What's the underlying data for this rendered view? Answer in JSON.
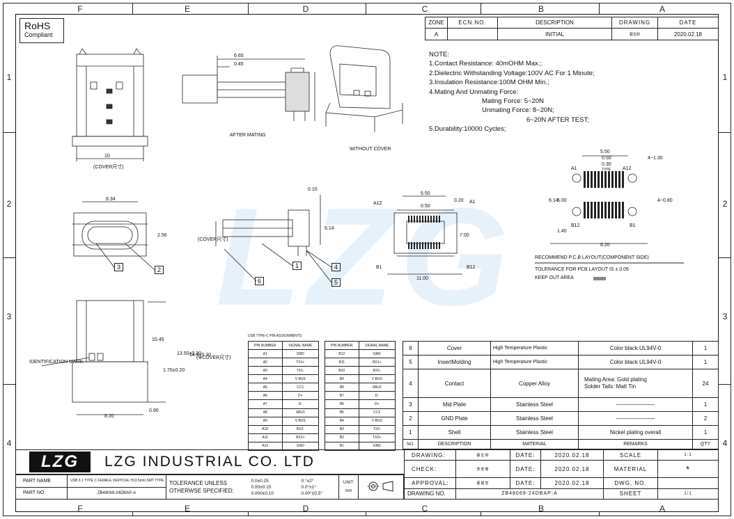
{
  "zones": {
    "columns": [
      "F",
      "E",
      "D",
      "C",
      "B",
      "A"
    ],
    "rows": [
      "1",
      "2",
      "3",
      "4"
    ]
  },
  "rohs": {
    "title": "RoHS",
    "subtitle": "Compliant"
  },
  "watermark": "LZG",
  "revision": {
    "headers": [
      "ZONE",
      "ECN.NO.",
      "DESCRIPTION",
      "DRAWING",
      "DATE"
    ],
    "row": [
      "A",
      "",
      "INITIAL",
      "蔡生財",
      "2020.02.18"
    ]
  },
  "notes": {
    "title": "NOTE:",
    "lines": [
      "1.Contact Resistance: 40mOHM Max.;",
      "2.Dielectric Withstanding Voltage:100V AC For 1 Minute;",
      "3.Insulation Resistance:100M OHM Min.;",
      "4.Mating And Unmating Force:",
      "Mating Force:  5~20N",
      "Unmating Force:  8~20N;",
      "6~20N AFTER TEST;",
      "5.Durability:10000 Cycles;"
    ]
  },
  "views": {
    "after_mating": "AFTER MATING",
    "without_cover": "WITHOUT COVER",
    "cover_dim": "10",
    "cover_note": "(COVER尺寸)",
    "id_mark": "IDENTIFICATION MARK",
    "pcb_title": "RECOMMEND P.C.B LAYOUT(COMPONENT SIDE)",
    "pcb_tolerance": "TOLERANCE FOR PCB LAYOUT IS ± 0.05",
    "keep_out": "KEEP OUT AREA",
    "dims": {
      "d665": "6.65",
      "d045": "0.45",
      "d834": "8.34",
      "d256": "2.56",
      "d010": "0.10",
      "d614": "6.14",
      "d550": "5.50",
      "d050": "0.50",
      "d020": "0.20",
      "d700": "7.00",
      "d1100": "11.00",
      "d1045": "10.45",
      "d170": "1.70±0.20",
      "d1350": "13.50±0.20",
      "d1450": "14.5±0.30",
      "d1450b": "(⊕COVER尺寸)",
      "d820": "8.20",
      "d090": "0.90",
      "pcb550": "5.50",
      "pcb050": "0.50",
      "pcb030": "0.30",
      "pcbtype": "TYPE",
      "pcb4130": "4~1.30",
      "pcb614": "6.14",
      "pcb600": "6.00",
      "pcb080": "4~0.80",
      "pcb140": "1.40",
      "pcb820": "8.20",
      "cover_side": "(COVER尺寸)"
    },
    "pins": {
      "a1": "A1",
      "a12": "A12",
      "b1": "B1",
      "b12": "B12"
    },
    "callouts": [
      "1",
      "2",
      "3",
      "4",
      "5",
      "6"
    ]
  },
  "pin_table": {
    "title": "USB TYPE-C PIN ASSIGNMENTS",
    "headers": [
      "PIN NUMBER",
      "SIGNAL NAME"
    ],
    "left": [
      [
        "A1",
        "GND"
      ],
      [
        "A2",
        "TX1+"
      ],
      [
        "A3",
        "TX1-"
      ],
      [
        "A4",
        "V BUS"
      ],
      [
        "A5",
        "CC1"
      ],
      [
        "A6",
        "D+"
      ],
      [
        "A7",
        "D-"
      ],
      [
        "A8",
        "SBU1"
      ],
      [
        "A9",
        "V BUS"
      ],
      [
        "A10",
        "RX2-"
      ],
      [
        "A11",
        "RX2+"
      ],
      [
        "A12",
        "GND"
      ]
    ],
    "right": [
      [
        "B12",
        "GND"
      ],
      [
        "B11",
        "RX1+"
      ],
      [
        "B10",
        "RX1-"
      ],
      [
        "B9",
        "V BUS"
      ],
      [
        "B8",
        "SBU2"
      ],
      [
        "B7",
        "D-"
      ],
      [
        "B6",
        "D+"
      ],
      [
        "B5",
        "CC2"
      ],
      [
        "B4",
        "V BUS"
      ],
      [
        "B3",
        "TX2-"
      ],
      [
        "B2",
        "TX2+"
      ],
      [
        "B1",
        "GND"
      ]
    ]
  },
  "bom": {
    "rows": [
      [
        "6",
        "Cover",
        "High Temperature Plastic",
        "Color black UL94V-0",
        "1"
      ],
      [
        "5",
        "InsertMolding",
        "High Temperature Plastic",
        "Color black UL94V-0",
        "1"
      ],
      [
        "4",
        "Contact",
        "Copper Alloy",
        "Mating Area: Gold plating\nSolder Tails: Matt Tin",
        "24"
      ],
      [
        "3",
        "Mid Plate",
        "Stainless Steel",
        "———————",
        "1"
      ],
      [
        "2",
        "GND Plate",
        "Stainless Steel",
        "———————",
        "2"
      ],
      [
        "1",
        "Shell",
        "Stainless Steel",
        "Nickel plating overall",
        "1"
      ]
    ],
    "headers": [
      "NO.",
      "DESCRIPTION",
      "MATERIAL",
      "REMARKS",
      "QTY"
    ]
  },
  "title_block": {
    "logo": "LZG",
    "company": "LZG INDUSTRIAL CO. LTD",
    "part_name_label": "PART NAME",
    "part_name": "USB 3.1 TYPE C FEMALE VERTICAL H13.5mm SMT TYPE",
    "part_no_label": "PART NO.",
    "part_no": "ZB48069-24DBAP-A",
    "tol_label1": "TOLERANCE UNLESS",
    "tol_label2": "OTHERWSE SPECIFIED:",
    "tol_lin": [
      "0.0±0.25",
      "0.00±0.15",
      "0.000±0.10"
    ],
    "tol_ang": [
      "0.°±2°",
      "0.0°±1°",
      "0.00°±0.5°"
    ],
    "unit_label": "UNIT:",
    "unit": "mm",
    "drawing_label": "DRAWING:",
    "drawing_by": "蔡生財",
    "check_label": "CHECK:",
    "check_by": "李宏泰",
    "approval_label": "APPROVAL:",
    "approval_by": "蔡建宏",
    "date_label": "DATE:",
    "date": "2020.02.18",
    "scale_label": "SCALE",
    "scale": "1:1",
    "material_label": "MATERIAL",
    "material": "*",
    "dwgno_label": "DWG. NO.",
    "drawing_no_label": "DRAWING NO.",
    "drawing_no": "ZB48069-24DBAP-A",
    "sheet_label": "SHEET",
    "sheet": "1/1"
  }
}
